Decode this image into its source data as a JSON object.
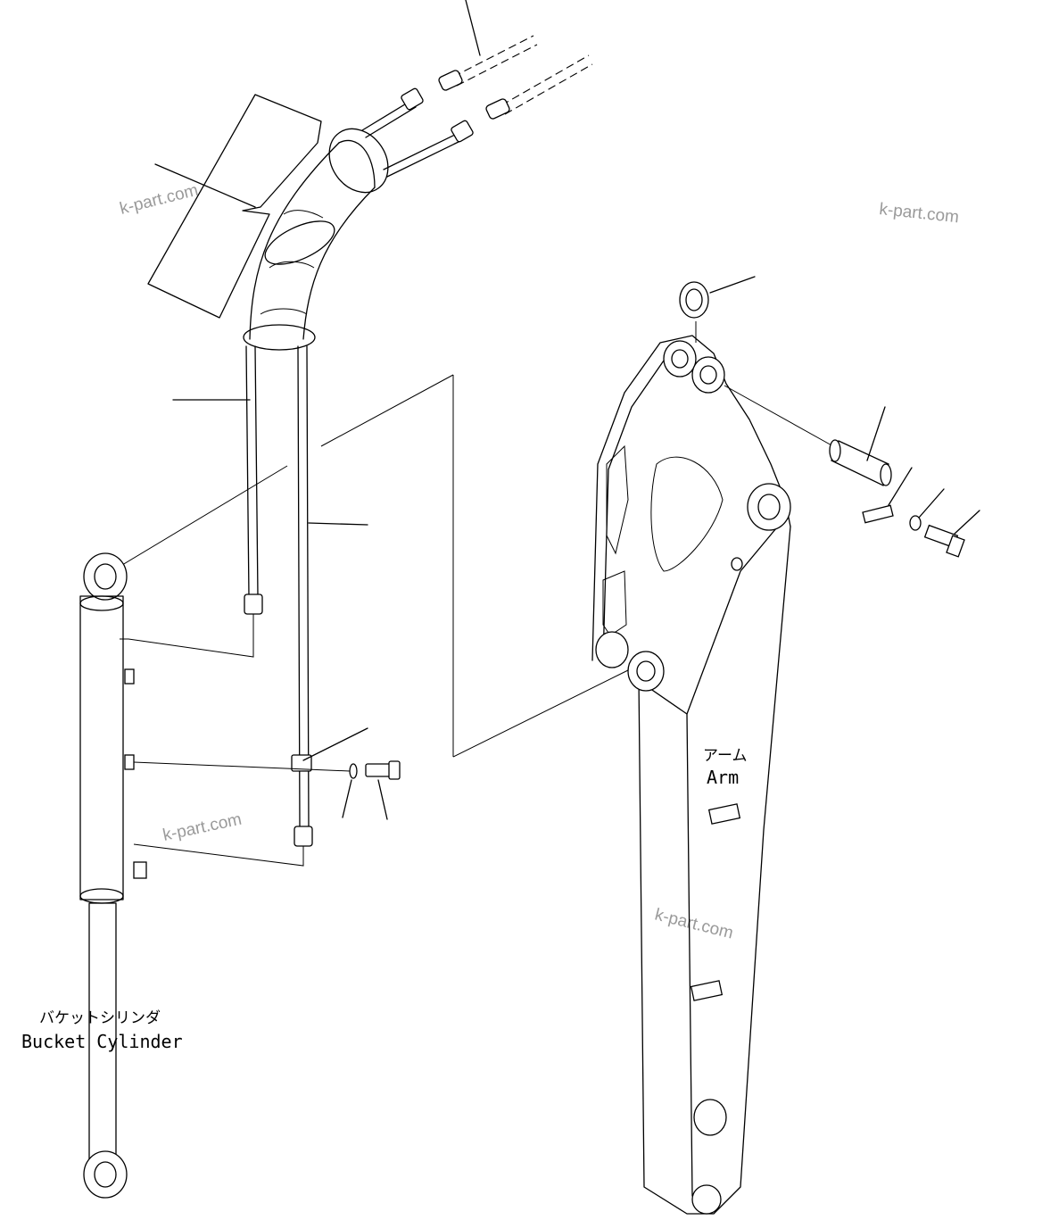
{
  "labels": {
    "bucket_cylinder_jp": "バケットシリンダ",
    "bucket_cylinder_en": "Bucket Cylinder",
    "arm_jp": "アーム",
    "arm_en": "Arm"
  },
  "watermarks": [
    "k-part.com",
    "k-part.com",
    "k-part.com",
    "k-part.com"
  ]
}
